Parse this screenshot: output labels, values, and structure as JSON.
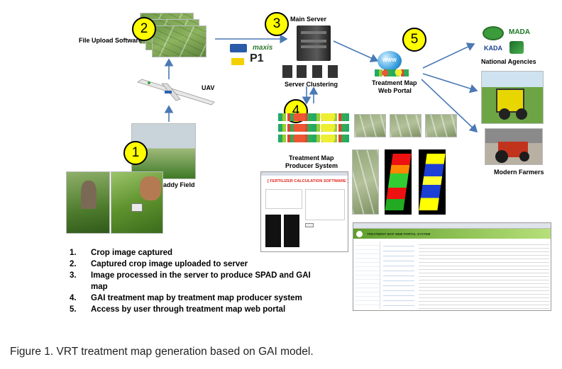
{
  "diagram": {
    "badges": [
      "1",
      "2",
      "3",
      "4",
      "5"
    ],
    "labels": {
      "file_upload": "File Upload Software",
      "main_server": "Main Server",
      "server_clustering": "Server Clustering",
      "treatment_map_web_portal_line1": "Treatment Map",
      "treatment_map_web_portal_line2": "Web Portal",
      "national_agencies": "National Agencies",
      "uav": "UAV",
      "treatment_map_producer_line1": "Treatment Map",
      "treatment_map_producer_line2": "Producer System",
      "modern_farmers": "Modern Farmers",
      "paddy_field": "Paddy Field"
    },
    "partner_logos": [
      "maxis",
      "P1"
    ],
    "agency_logos": [
      "MADA",
      "KADA"
    ],
    "web_globe_text": "WWW",
    "software_title": "[ FERTILIZER CALCULATION SOFTWARE ]",
    "portal_header": "TREATMENT MAP WEB PORTAL SYSTEM"
  },
  "steps": [
    {
      "num": "1.",
      "text": "Crop image captured"
    },
    {
      "num": "2.",
      "text": "Captured crop image uploaded to server"
    },
    {
      "num": "3.",
      "text": "Image processed in the server to produce SPAD and GAI"
    },
    {
      "num": "",
      "text": "map"
    },
    {
      "num": "4.",
      "text": "GAI treatment map by treatment map producer system"
    },
    {
      "num": "5.",
      "text": "Access by user through treatment map web portal"
    }
  ],
  "caption": "Figure 1. VRT treatment map generation based on GAI model.",
  "colors": {
    "arrow": "#4a79b4",
    "badge": "#ffff00",
    "software_green": "#6aa534",
    "software_title_red": "#e2231a"
  }
}
